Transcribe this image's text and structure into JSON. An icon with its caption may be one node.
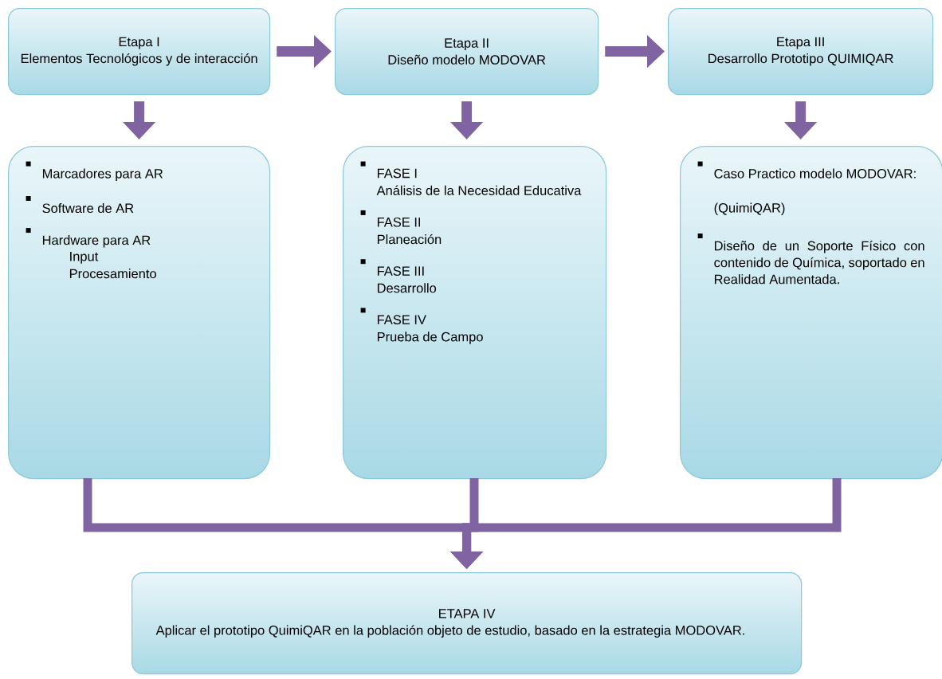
{
  "diagram": {
    "nodes": [
      {
        "text": [
          "Etapa I",
          "Elementos Tecnológicos y de interacción"
        ]
      },
      {
        "text": [
          "Etapa II",
          "Diseño modelo MODOVAR"
        ]
      },
      {
        "text": [
          "Etapa III",
          "Desarrollo Prototipo QUIMIQAR"
        ]
      },
      {
        "text": [
          "Marcadores para AR",
          "Software de AR",
          "Hardware para AR",
          "Input",
          "Procesamiento"
        ]
      },
      {
        "text": [
          "FASE I",
          "Análisis de la Necesidad Educativa",
          "FASE II",
          "Planeación",
          "FASE III",
          "Desarrollo",
          "FASE IV",
          "Prueba de Campo"
        ]
      },
      {
        "text": [
          "Caso Practico modelo MODOVAR:",
          "(QuimiQAR)",
          "Diseño de un Soporte Físico con contenido de Química, soportado en Realidad Aumentada."
        ]
      },
      {
        "text": [
          "ETAPA IV",
          "Aplicar el prototipo QuimiQAR en la población objeto de estudio, basado en la estrategia MODOVAR."
        ]
      }
    ],
    "edges": [
      {
        "from": 0,
        "to": 1,
        "arrow": "to"
      },
      {
        "from": 1,
        "to": 2,
        "arrow": "to"
      },
      {
        "from": 0,
        "to": 3,
        "arrow": "to"
      },
      {
        "from": 1,
        "to": 4,
        "arrow": "to"
      },
      {
        "from": 2,
        "to": 5,
        "arrow": "to"
      },
      {
        "from": 3,
        "to": 6,
        "arrow": "to"
      },
      {
        "from": 4,
        "to": 6,
        "arrow": "to"
      },
      {
        "from": 5,
        "to": 6,
        "arrow": "to"
      }
    ]
  }
}
